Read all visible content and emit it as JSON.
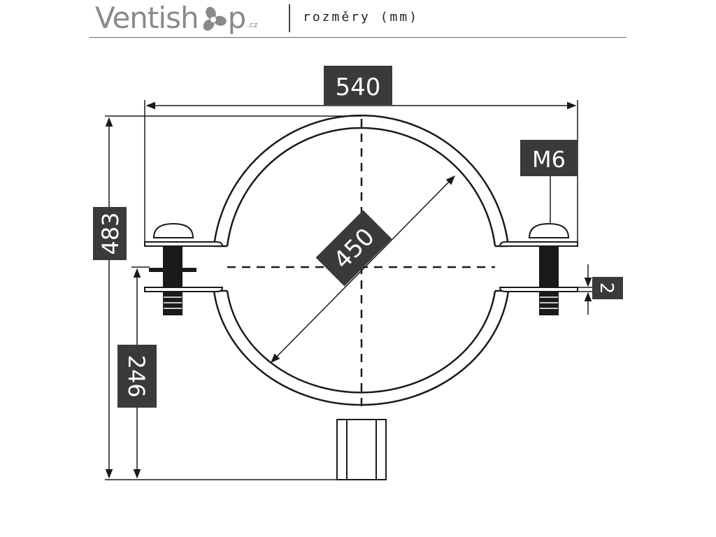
{
  "header": {
    "brand_part1": "Ventish",
    "brand_part2": "p",
    "brand_tld": ".cz",
    "note": "rozměry (mm)"
  },
  "diagram": {
    "icon": "fan-icon",
    "labels": {
      "overall_width": "540",
      "inner_diameter": "450",
      "overall_height": "483",
      "axis_to_bottom": "246",
      "screw": "M6",
      "gap": "2"
    },
    "colors": {
      "label_bg": "#3a3a3a",
      "label_fg": "#ffffff",
      "line": "#1a1a1a",
      "brand": "#8a8a8a"
    }
  }
}
